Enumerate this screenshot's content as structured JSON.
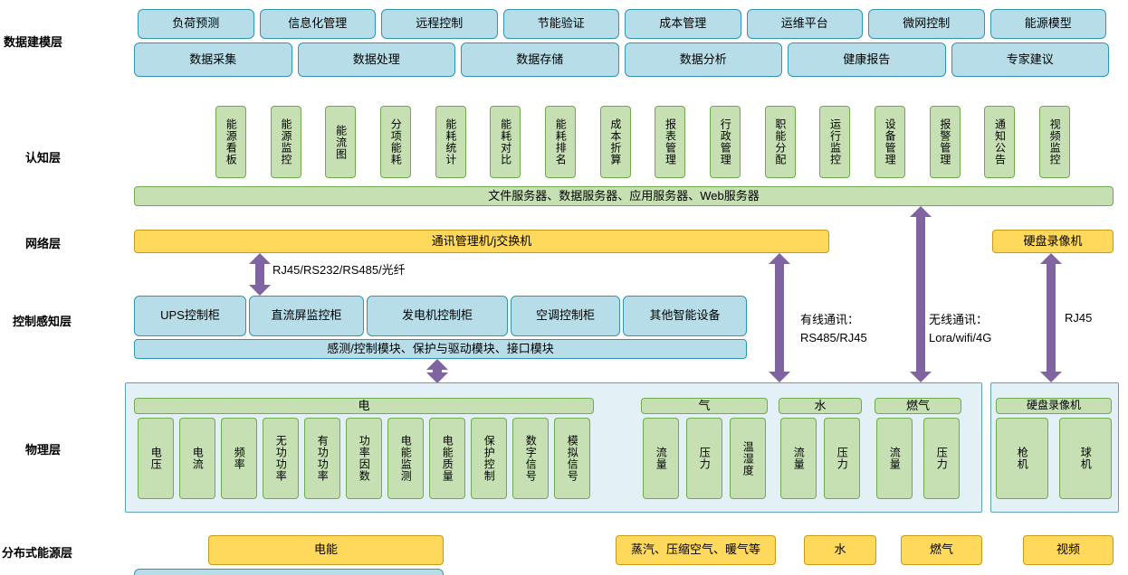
{
  "layer_labels": [
    "数据建模层",
    "认知层",
    "网络层",
    "控制感知层",
    "物理层",
    "分布式能源层"
  ],
  "data_modeling": {
    "row1": [
      "负荷预测",
      "信息化管理",
      "远程控制",
      "节能验证",
      "成本管理",
      "运维平台",
      "微网控制",
      "能源模型"
    ],
    "row2": [
      "数据采集",
      "数据处理",
      "数据存储",
      "数据分析",
      "健康报告",
      "专家建议"
    ]
  },
  "cognition": {
    "modules": [
      "能源看板",
      "能源监控",
      "能流图",
      "分项能耗",
      "能耗统计",
      "能耗对比",
      "能耗排名",
      "成本折算",
      "报表管理",
      "行政管理",
      "职能分配",
      "运行监控",
      "设备管理",
      "报警管理",
      "通知公告",
      "视频监控"
    ],
    "servers_bar": "文件服务器、数据服务器、应用服务器、Web服务器"
  },
  "network": {
    "comm_manager": "通讯管理机/j交换机",
    "dvr": "硬盘录像机"
  },
  "connections": {
    "fiber": "RJ45/RS232/RS485/光纤",
    "wired": "有线通讯：\nRS485/RJ45",
    "wireless": "无线通讯：\nLora/wifi/4G",
    "rj45": "RJ45"
  },
  "control": {
    "cabinets": [
      "UPS控制柜",
      "直流屏监控柜",
      "发电机控制柜",
      "空调控制柜",
      "其他智能设备"
    ],
    "modules_bar": "感测/控制模块、保护与驱动模块、接口模块"
  },
  "physical": {
    "electric": {
      "header": "电",
      "items": [
        "电压",
        "电流",
        "频率",
        "无功功率",
        "有功功率",
        "功率因数",
        "电能监测",
        "电能质量",
        "保护控制",
        "数字信号",
        "模拟信号"
      ]
    },
    "gas": {
      "header": "气",
      "items": [
        "流量",
        "压力",
        "温湿度"
      ]
    },
    "water": {
      "header": "水",
      "items": [
        "流量",
        "压力"
      ]
    },
    "fuel": {
      "header": "燃气",
      "items": [
        "流量",
        "压力"
      ]
    },
    "camera": {
      "header": "硬盘录像机",
      "items": [
        "枪机",
        "球机"
      ]
    }
  },
  "energy_layer": {
    "items": [
      "电能",
      "蒸汽、压缩空气、暖气等",
      "水",
      "燃气",
      "视频"
    ]
  },
  "colors": {
    "cyan_fill": "#b7dee8",
    "cyan_border": "#2f96ae",
    "green_fill": "#c6e0b4",
    "green_border": "#6faa4e",
    "yellow_fill": "#ffd95c",
    "yellow_border": "#c79a17",
    "arrow": "#8064a2",
    "physical_panel_bg": "#e3f1f7"
  }
}
